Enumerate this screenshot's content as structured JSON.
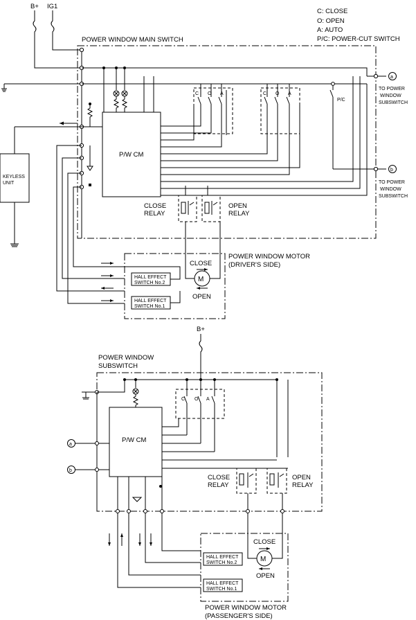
{
  "legend": {
    "close": "C: CLOSE",
    "open": "O: OPEN",
    "auto": "A: AUTO",
    "power_cut": "P/C: POWER-CUT SWITCH"
  },
  "supply": {
    "b_plus": "B+",
    "ig1": "IG1",
    "b_plus_sub": "B+"
  },
  "main_switch": {
    "title": "POWER WINDOW MAIN SWITCH",
    "cm_label": "P/W CM",
    "sw_c": "C",
    "sw_o": "O",
    "sw_a": "A",
    "sw_c2": "C",
    "sw_o2": "O",
    "sw_a2": "A",
    "pc": "P/C",
    "close_relay": [
      "CLOSE",
      "RELAY"
    ],
    "open_relay": [
      "OPEN",
      "RELAY"
    ],
    "conn_a": "a",
    "conn_b": "b",
    "to_sub_a": [
      "TO POWER",
      "WINDOW",
      "SUBSWITCH"
    ],
    "to_sub_b": [
      "TO POWER",
      "WINDOW",
      "SUBSWITCH"
    ]
  },
  "keyless": [
    "KEYLESS",
    "UNIT"
  ],
  "driver_motor": {
    "title": [
      "POWER WINDOW MOTOR",
      "(DRIVER'S SIDE)"
    ],
    "close": "CLOSE",
    "open": "OPEN",
    "m": "M",
    "hall2": [
      "HALL EFFECT",
      "SWITCH No.2"
    ],
    "hall1": [
      "HALL EFFECT",
      "SWITCH No.1"
    ]
  },
  "subswitch": {
    "title": [
      "POWER WINDOW",
      "SUBSWITCH"
    ],
    "cm_label": "P/W CM",
    "sw_c": "C",
    "sw_o": "O",
    "sw_a": "A",
    "conn_a": "a",
    "conn_b": "b",
    "close_relay": [
      "CLOSE",
      "RELAY"
    ],
    "open_relay": [
      "OPEN",
      "RELAY"
    ]
  },
  "passenger_motor": {
    "title": [
      "POWER WINDOW MOTOR",
      "(PASSENGER'S SIDE)"
    ],
    "close": "CLOSE",
    "open": "OPEN",
    "m": "M",
    "hall2": [
      "HALL EFFECT",
      "SWITCH No.2"
    ],
    "hall1": [
      "HALL EFFECT",
      "SWITCH No.1"
    ]
  }
}
